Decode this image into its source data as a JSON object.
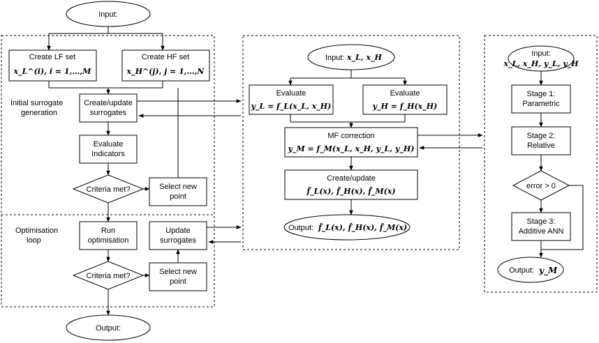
{
  "left": {
    "input": "Input:",
    "create_lf": "Create LF set",
    "create_lf_math": "x_L^(i), i = 1,…,M",
    "create_hf": "Create HF set",
    "create_hf_math": "x_H^(j), j = 1,…,N",
    "initial_label_1": "Initial surrogate",
    "initial_label_2": "generation",
    "create_update_1": "Create/update",
    "create_update_2": "surrogates",
    "evaluate_1": "Evaluate",
    "evaluate_2": "Indicators",
    "criteria_1": "Criteria met?",
    "select_new_1a": "Select new",
    "select_new_1b": "point",
    "optim_label_1": "Optimisation",
    "optim_label_2": "loop",
    "run_1": "Run",
    "run_2": "optimisation",
    "update_1": "Update",
    "update_2": "surrogates",
    "criteria_2": "Criteria met?",
    "select_new_2a": "Select new",
    "select_new_2b": "point",
    "output": "Output:"
  },
  "middle": {
    "input_label": "Input:",
    "input_math": "x_L, x_H",
    "eval_l_label": "Evaluate",
    "eval_l_math": "y_L = f_L(x_L, x_H)",
    "eval_h_label": "Evaluate",
    "eval_h_math": "y_H = f_H(x_H)",
    "mf_label": "MF correction",
    "mf_math": "y_M = f_M(x_L, x_H, y_L, y_H)",
    "create_label": "Create/update",
    "create_math": "f̂_L(x), f̂_H(x), f̂_M(x)",
    "output_label": "Output:",
    "output_math": "f̂_L(x), f̂_H(x), f̂_M(x)"
  },
  "right": {
    "input_label": "Input:",
    "input_math": "x_L, x_H, y_L, y_H",
    "stage1_1": "Stage 1:",
    "stage1_2": "Parametric",
    "stage2_1": "Stage 2:",
    "stage2_2": "Relative",
    "error": "error > 0",
    "stage3_1": "Stage 3:",
    "stage3_2": "Additive ANN",
    "output_label": "Output:",
    "output_math": "y_M"
  }
}
